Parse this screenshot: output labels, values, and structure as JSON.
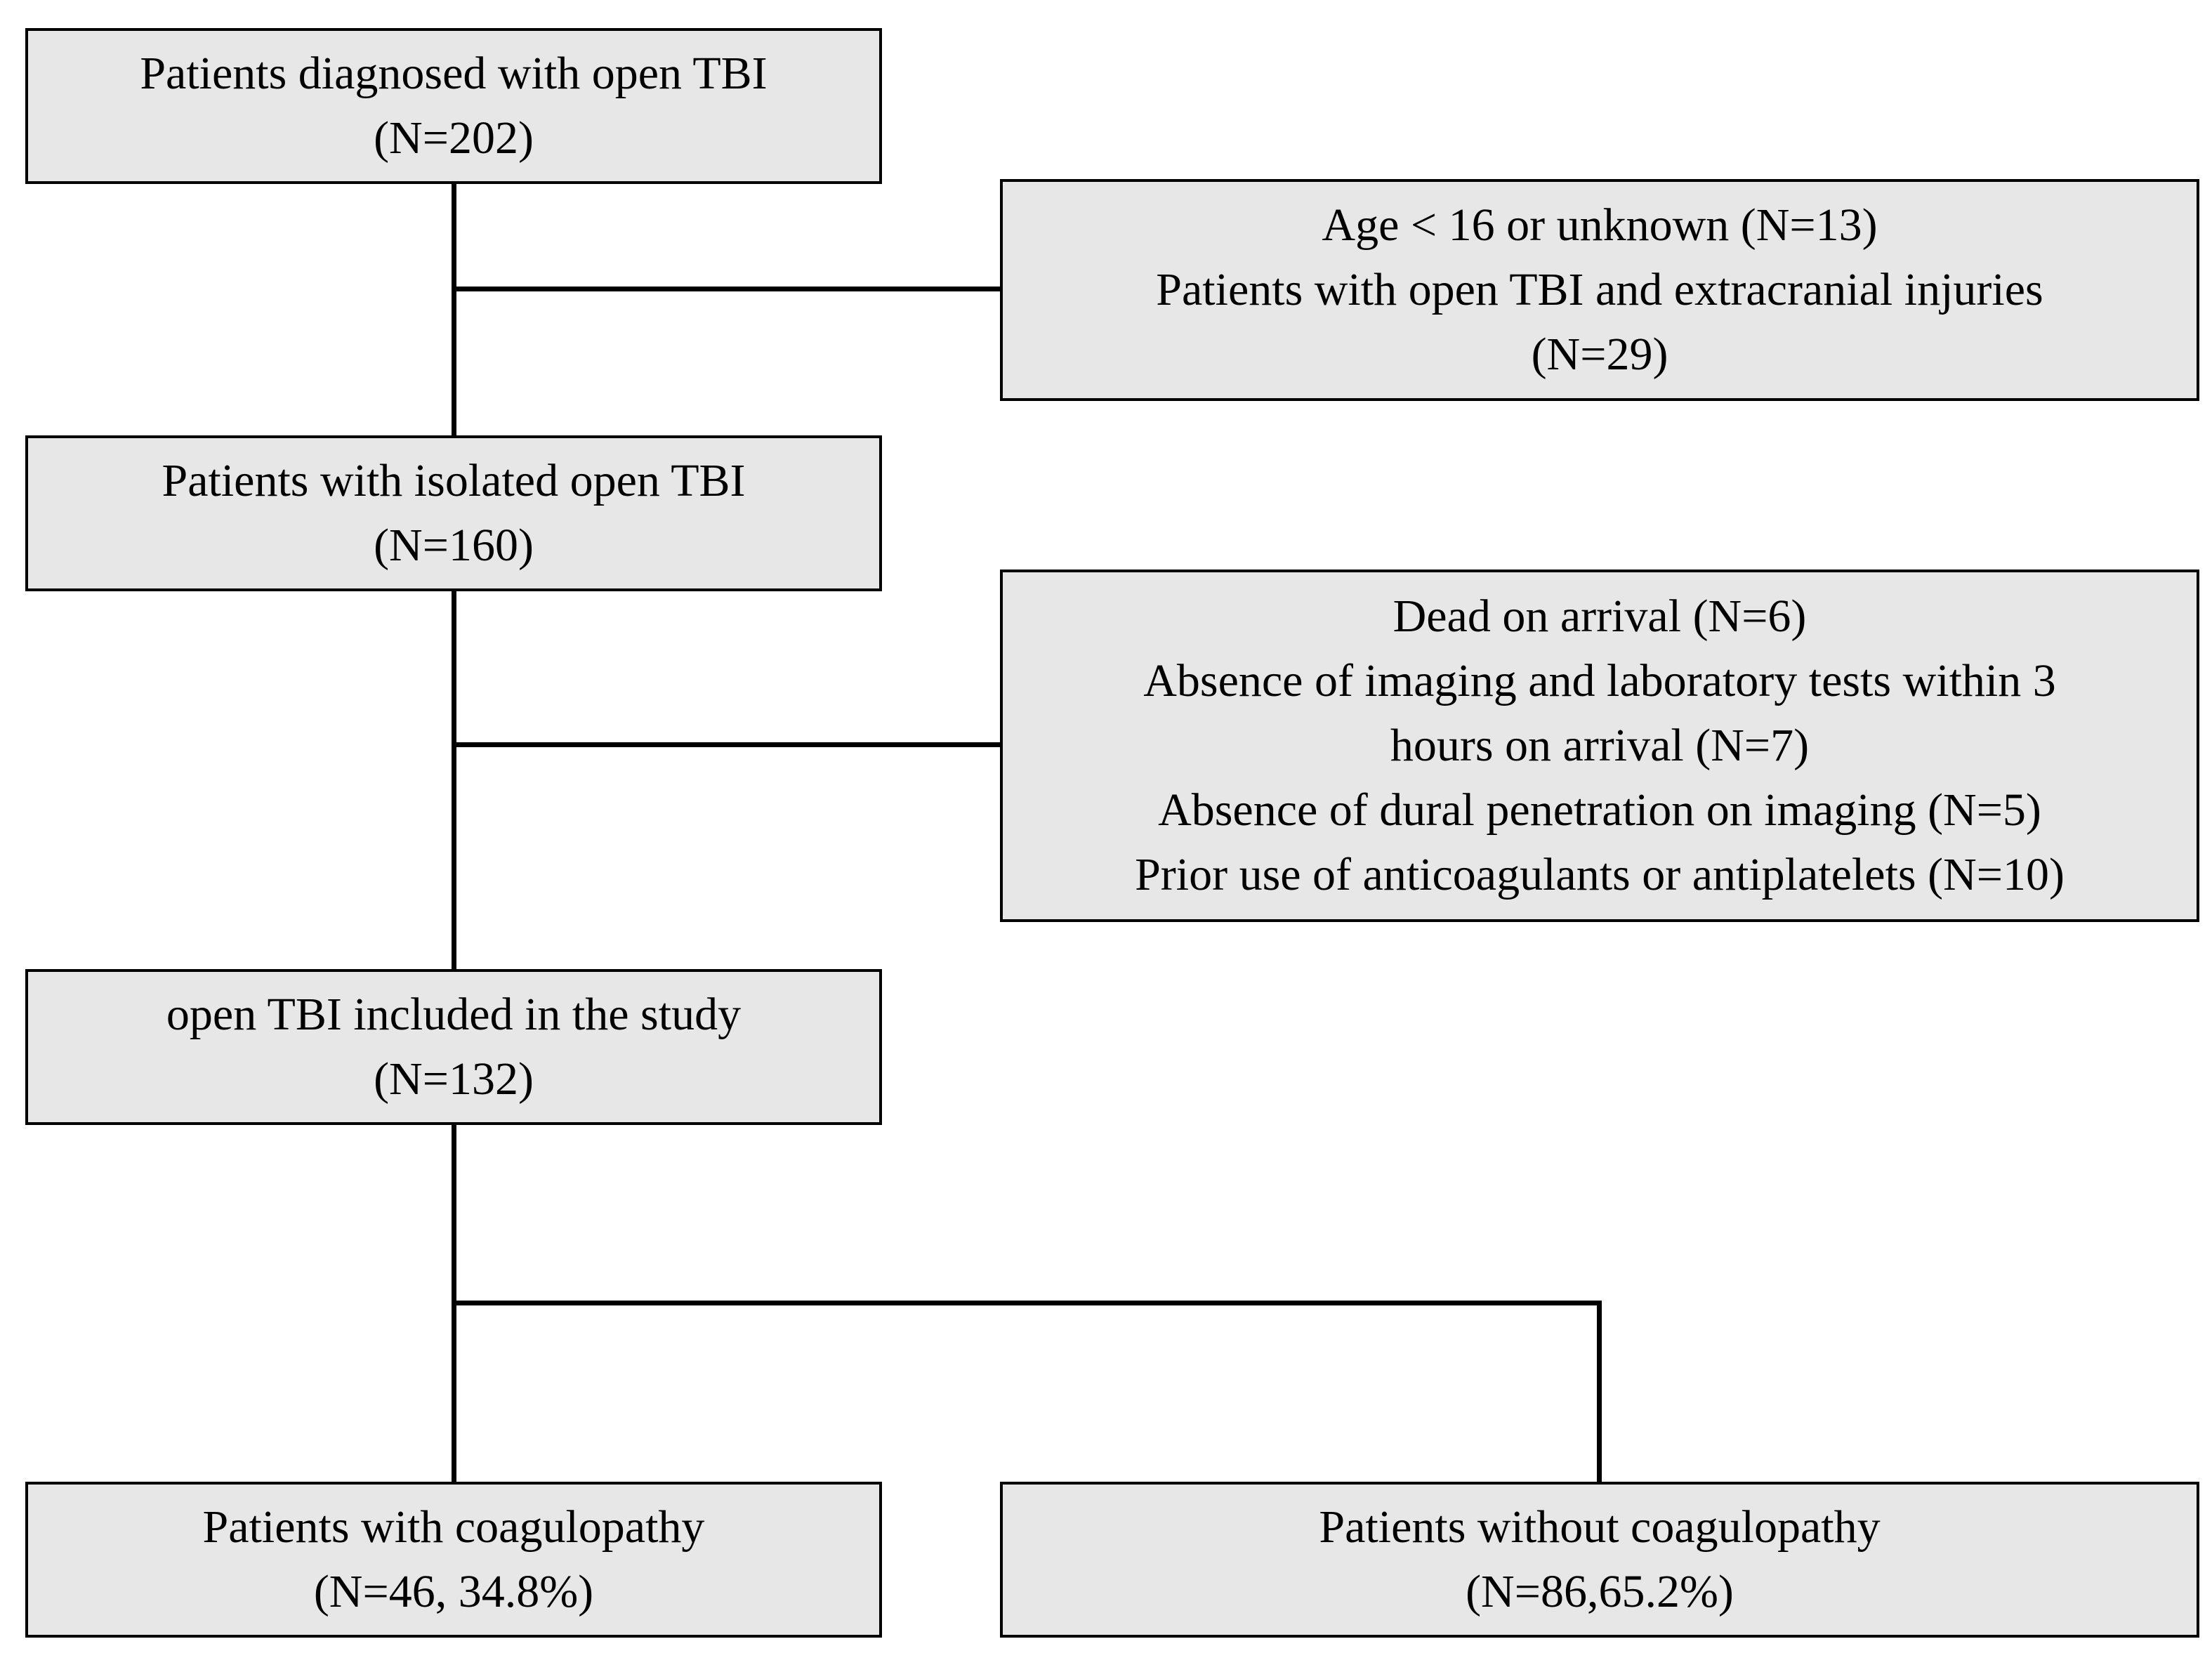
{
  "flowchart": {
    "start": {
      "line1": "Patients diagnosed with open TBI",
      "line2": "(N=202)"
    },
    "exclusion1": {
      "line1": "Age < 16 or unknown (N=13)",
      "line2": "Patients with open TBI and extracranial injuries",
      "line3": "(N=29)"
    },
    "isolated": {
      "line1": "Patients with isolated open TBI",
      "line2": "(N=160)"
    },
    "exclusion2": {
      "line1": "Dead on arrival (N=6)",
      "line2": "Absence of imaging and laboratory tests within 3",
      "line3": "hours on arrival (N=7)",
      "line4": "Absence of dural penetration on imaging (N=5)",
      "line5": "Prior use of anticoagulants or antiplatelets (N=10)"
    },
    "included": {
      "line1": "open TBI included in the study",
      "line2": "(N=132)"
    },
    "coagulopathy": {
      "line1": "Patients with coagulopathy",
      "line2": "(N=46, 34.8%)"
    },
    "no_coagulopathy": {
      "line1": "Patients without coagulopathy",
      "line2": "(N=86,65.2%)"
    }
  },
  "colors": {
    "box_fill": "#e7e7e7",
    "border": "#000000",
    "connector": "#000000",
    "background": "#ffffff"
  }
}
